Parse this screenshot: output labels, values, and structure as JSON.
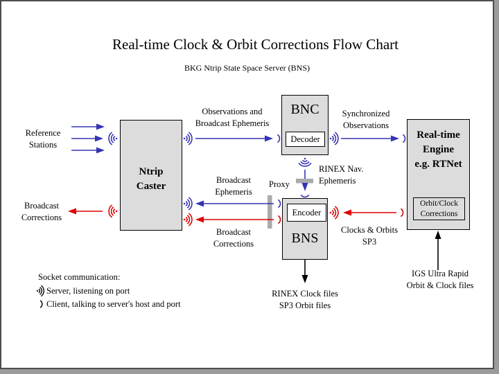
{
  "title": "Real-time Clock & Orbit Corrections Flow Chart",
  "subtitle": "BKG Ntrip State Space Server  (BNS)",
  "boxes": {
    "ntrip_caster": {
      "label": "Ntrip\nCaster"
    },
    "bnc": {
      "label": "BNC",
      "sub_label": "Decoder"
    },
    "bns": {
      "label": "BNS",
      "sub_label": "Encoder"
    },
    "engine": {
      "label": "Real-time\nEngine\ne.g. RTNet",
      "sub_label": "Orbit/Clock\nCorrections"
    }
  },
  "labels": {
    "reference_stations": "Reference\nStations",
    "broadcast_corrections_left": "Broadcast\nCorrections",
    "observations_broadcast_ephemeris": "Observations and\nBroadcast Ephemeris",
    "synchronized_observations": "Synchronized\nObservations",
    "rinex_nav_ephemeris": "RINEX Nav.\nEphemeris",
    "proxy": "Proxy",
    "broadcast_ephemeris": "Broadcast\nEphemeris",
    "broadcast_corrections_mid": "Broadcast\nCorrections",
    "clocks_orbits_sp3": "Clocks & Orbits\nSP3",
    "rinex_clock_files": "RINEX Clock files\nSP3 Orbit files",
    "igs_ultra_rapid": "IGS Ultra Rapid\nOrbit & Clock files"
  },
  "legend": {
    "heading": "Socket communication:",
    "server_icon": "server-socket-icon",
    "server_text": "Server, listening on port",
    "client_icon": "client-socket-icon",
    "client_text": "Client, talking to server's host and port"
  },
  "colors": {
    "blue": "#3434b4",
    "red": "#dd0000",
    "box_fill": "#dcdcdc",
    "proxy_gray": "#aaaaaa"
  }
}
